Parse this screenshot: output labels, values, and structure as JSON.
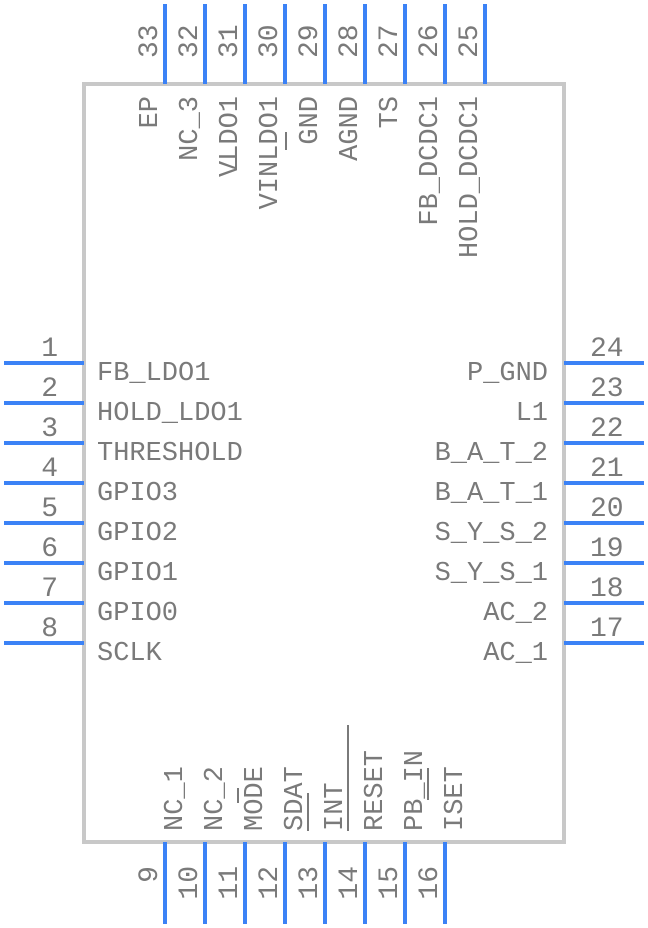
{
  "colors": {
    "pin": "#3b82f6",
    "body": "#c8c8c8",
    "text": "#7a7a7a"
  },
  "left_pins": [
    {
      "num": "1",
      "name": "FB_LDO1"
    },
    {
      "num": "2",
      "name": "HOLD_LDO1"
    },
    {
      "num": "3",
      "name": "THRESHOLD"
    },
    {
      "num": "4",
      "name": "GPIO3"
    },
    {
      "num": "5",
      "name": "GPIO2"
    },
    {
      "num": "6",
      "name": "GPIO1"
    },
    {
      "num": "7",
      "name": "GPIO0"
    },
    {
      "num": "8",
      "name": "SCLK"
    }
  ],
  "right_pins": [
    {
      "num": "24",
      "name": "P_GND"
    },
    {
      "num": "23",
      "name": "L1"
    },
    {
      "num": "22",
      "name": "B_A_T_2"
    },
    {
      "num": "21",
      "name": "B_A_T_1"
    },
    {
      "num": "20",
      "name": "S_Y_S_2"
    },
    {
      "num": "19",
      "name": "S_Y_S_1"
    },
    {
      "num": "18",
      "name": "AC_2"
    },
    {
      "num": "17",
      "name": "AC_1"
    }
  ],
  "bottom_pins": [
    {
      "num": "9",
      "name": "NC_1"
    },
    {
      "num": "10",
      "name": "NC_2"
    },
    {
      "num": "11",
      "name": "MODE"
    },
    {
      "num": "12",
      "name": "SDAT"
    },
    {
      "num": "13",
      "name": "INT"
    },
    {
      "num": "14",
      "name": "RESET"
    },
    {
      "num": "15",
      "name": "PB_IN"
    },
    {
      "num": "16",
      "name": "ISET"
    }
  ],
  "top_pins": [
    {
      "num": "33",
      "name": "EP"
    },
    {
      "num": "32",
      "name": "NC_3"
    },
    {
      "num": "31",
      "name": "VLDO1"
    },
    {
      "num": "30",
      "name": "VINLDO1"
    },
    {
      "num": "29",
      "name": "GND"
    },
    {
      "num": "28",
      "name": "AGND"
    },
    {
      "num": "27",
      "name": "TS"
    },
    {
      "num": "26",
      "name": "FB_DCDC1"
    },
    {
      "num": "25",
      "name": "HOLD_DCDC1"
    }
  ]
}
